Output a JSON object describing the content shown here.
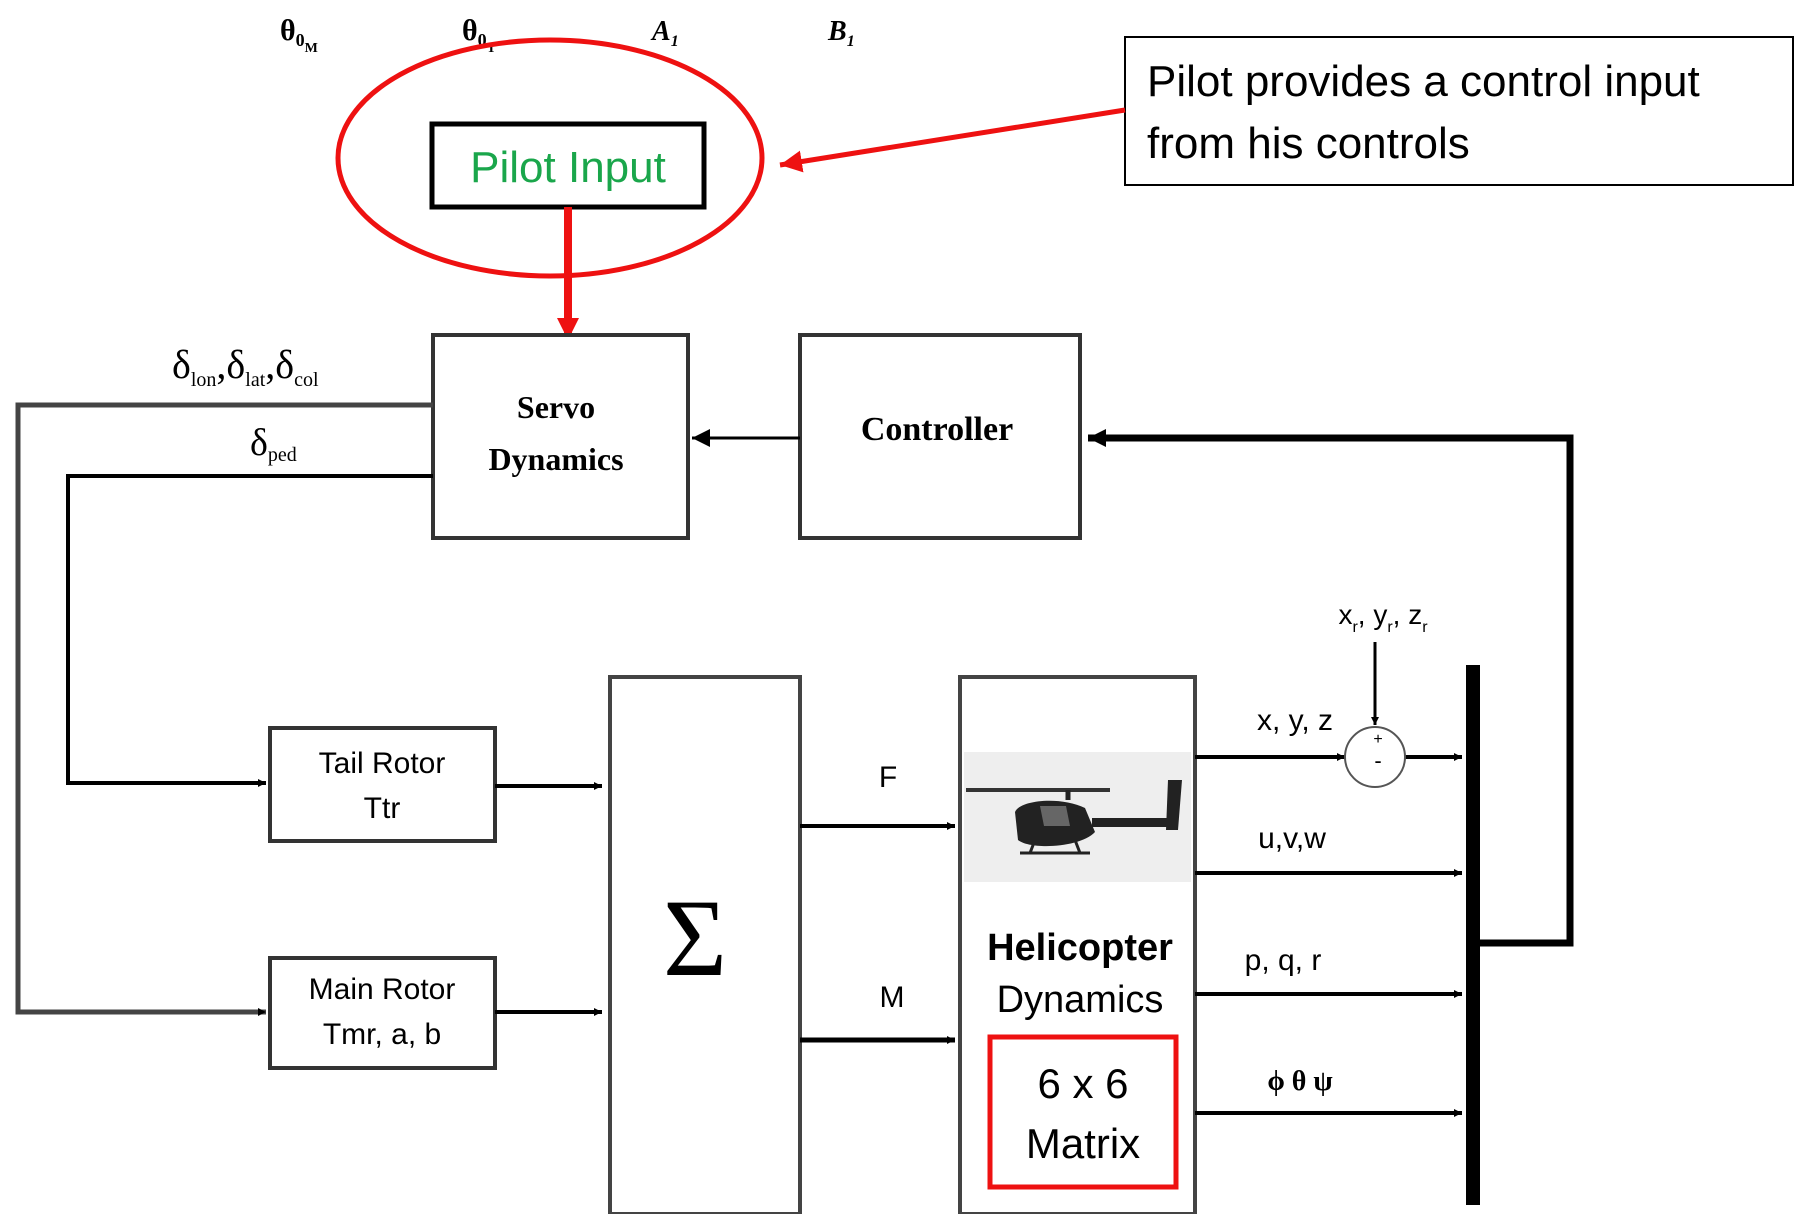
{
  "top_symbols": {
    "theta_main": {
      "base": "θ",
      "sub": "0",
      "subsub": "M"
    },
    "theta_tail": {
      "base": "θ",
      "sub": "0",
      "subsub": "T"
    },
    "a1": {
      "base": "A",
      "sub": "1"
    },
    "b1": {
      "base": "B",
      "sub": "1"
    }
  },
  "pilot_input": {
    "label": "Pilot Input",
    "color": "#1aa64b"
  },
  "callout": {
    "line1": "Pilot provides a control input",
    "line2": "from his controls"
  },
  "servo": {
    "line1": "Servo",
    "line2": "Dynamics"
  },
  "controller": {
    "label": "Controller"
  },
  "signals": {
    "d1": {
      "base": "δ",
      "sub": "lon"
    },
    "d2": {
      "base": "δ",
      "sub": "lat"
    },
    "d3": {
      "base": "δ",
      "sub": "col"
    },
    "sep": ",",
    "d4": {
      "base": "δ",
      "sub": "ped"
    }
  },
  "tail_rotor": {
    "line1": "Tail Rotor",
    "line2": "Ttr"
  },
  "main_rotor": {
    "line1": "Main Rotor",
    "line2": "Tmr, a, b"
  },
  "sum": {
    "symbol": "Σ"
  },
  "forces": {
    "f": "F",
    "m": "M"
  },
  "heli": {
    "line1": "Helicopter",
    "line2": "Dynamics"
  },
  "matrix": {
    "line1": "6 x 6",
    "line2": "Matrix"
  },
  "outputs": {
    "pos": "x, y, z",
    "vel": "u,v,w",
    "rates": "p, q, r",
    "angles": "ϕ θ ψ"
  },
  "reference": {
    "x": {
      "base": "x",
      "sub": "r"
    },
    "y": {
      "base": "y",
      "sub": "r"
    },
    "z": {
      "base": "z",
      "sub": "r"
    },
    "sep": ","
  },
  "summing_junction": {
    "plus": "+",
    "minus": "-"
  },
  "colors": {
    "highlight": "#ee1111",
    "line": "#000000",
    "box_gray": "#444444"
  },
  "icons": {
    "helicopter": "helicopter-icon"
  }
}
